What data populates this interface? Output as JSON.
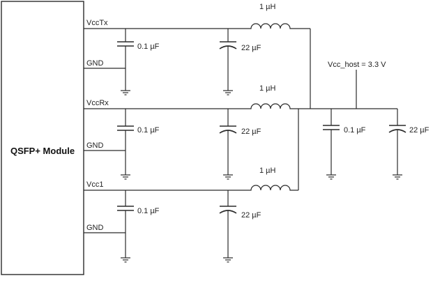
{
  "module": {
    "label": "QSFP+ Module"
  },
  "rails": [
    {
      "label": "VccTx",
      "cap_small": "0.1 µF",
      "cap_large": "22 µF",
      "inductor": "1 µH",
      "gnd": "GND"
    },
    {
      "label": "VccRx",
      "cap_small": "0.1 µF",
      "cap_large": "22 µF",
      "inductor": "1 µH",
      "gnd": "GND"
    },
    {
      "label": "Vcc1",
      "cap_small": "0.1 µF",
      "cap_large": "22 µF",
      "inductor": "1 µH",
      "gnd": "GND"
    }
  ],
  "host": {
    "label": "Vcc_host = 3.3 V",
    "cap_small": "0.1 µF",
    "cap_large": "22 µF"
  }
}
